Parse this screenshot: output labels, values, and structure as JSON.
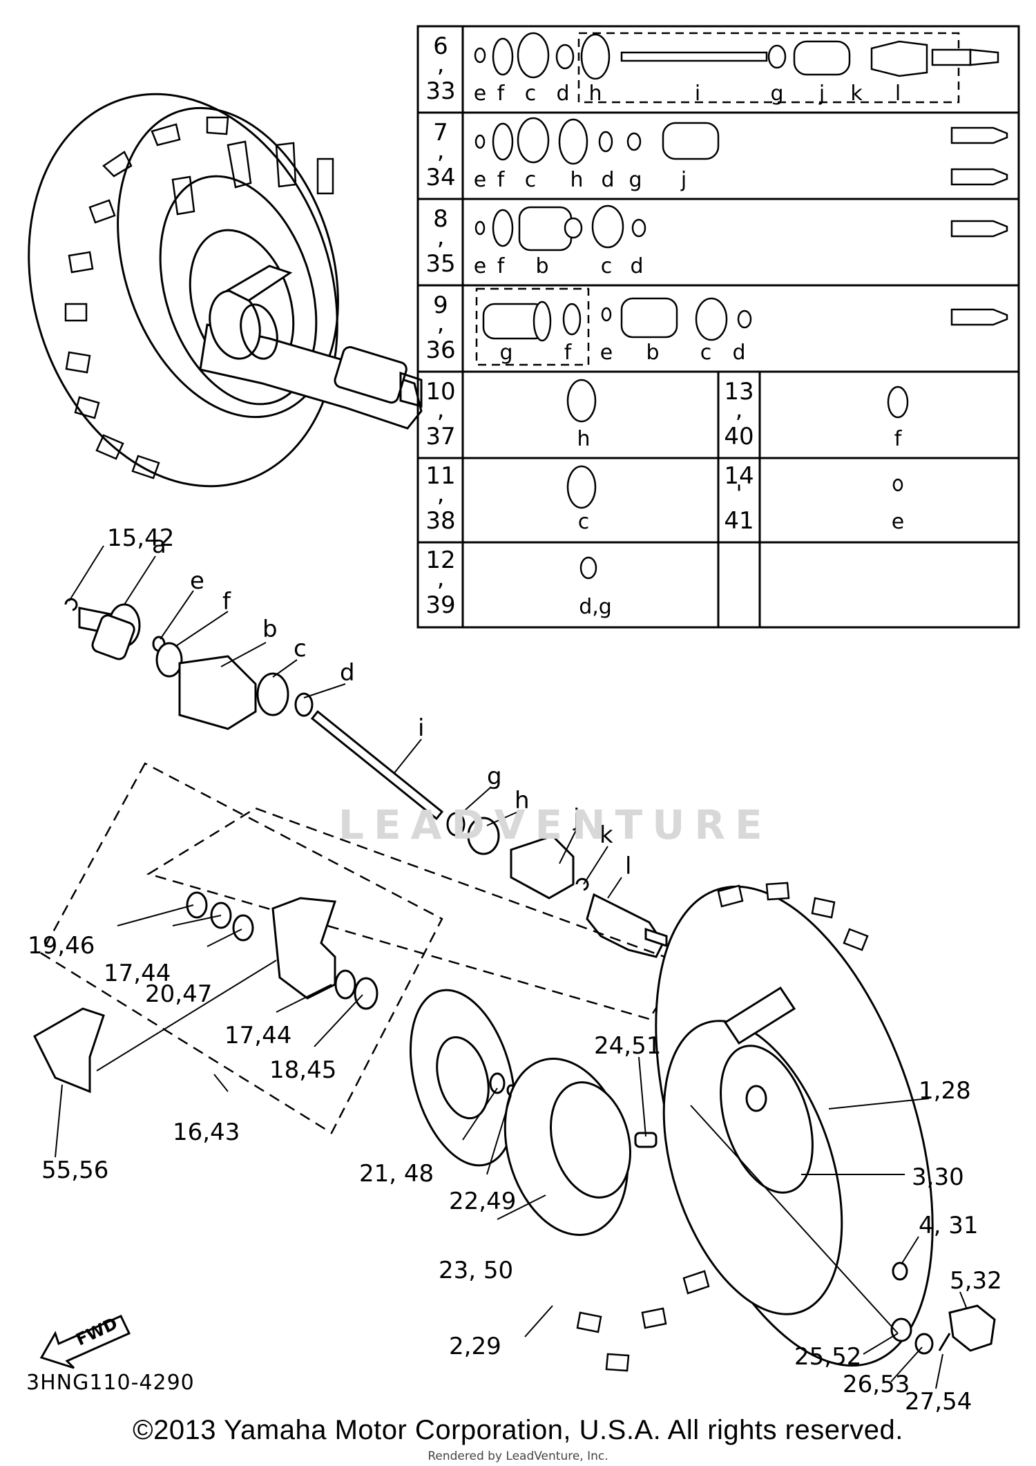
{
  "part_code": "3HNG110-4290",
  "copyright": "©2013 Yamaha Motor Corporation, U.S.A. All rights reserved.",
  "rendered_by": "Rendered by LeadVenture, Inc.",
  "watermark": "LEADVENTURE",
  "fwd_label": "FWD",
  "table": {
    "rows": [
      {
        "num": [
          "6",
          ",",
          "33"
        ],
        "letters": [
          "e",
          "f",
          "c",
          "d",
          "h",
          "i",
          "g",
          "j",
          "k",
          "l"
        ]
      },
      {
        "num": [
          "7",
          ",",
          "34"
        ],
        "letters": [
          "e",
          "f",
          "c",
          "h",
          "d",
          "g",
          "j"
        ]
      },
      {
        "num": [
          "8",
          ",",
          "35"
        ],
        "letters": [
          "e",
          "f",
          "b",
          "c",
          "d"
        ]
      },
      {
        "num": [
          "9",
          ",",
          "36"
        ],
        "letters": [
          "g",
          "f",
          "e",
          "b",
          "c",
          "d"
        ]
      },
      {
        "num": [
          "10",
          ",",
          "37"
        ],
        "letters": [
          "h"
        ],
        "num2": [
          "13",
          ",",
          "40"
        ],
        "letters2": [
          "f"
        ]
      },
      {
        "num": [
          "11",
          ",",
          "38"
        ],
        "letters": [
          "c"
        ],
        "num2": [
          "14",
          "'",
          "41"
        ],
        "letters2": [
          "e"
        ]
      },
      {
        "num": [
          "12",
          ",",
          "39"
        ],
        "letters": [
          "d,g"
        ]
      }
    ]
  },
  "callouts": {
    "c15_42": "15,42",
    "a": "a",
    "e": "e",
    "f": "f",
    "b": "b",
    "c": "c",
    "d": "d",
    "i": "i",
    "g": "g",
    "h": "h",
    "j": "j",
    "k": "k",
    "l": "l",
    "c19_46": "19,46",
    "c17_44a": "17,44",
    "c20_47": "20,47",
    "c17_44b": "17,44",
    "c18_45": "18,45",
    "c16_43": "16,43",
    "c55_56": "55,56",
    "c21_48": "21, 48",
    "c22_49": "22,49",
    "c23_50": "23, 50",
    "c24_51": "24,51",
    "c1_28": "1,28",
    "c3_30": "3,30",
    "c4_31": "4, 31",
    "c5_32": "5,32",
    "c2_29": "2,29",
    "c25_52": "25,52",
    "c26_53": "26,53",
    "c27_54": "27,54"
  }
}
